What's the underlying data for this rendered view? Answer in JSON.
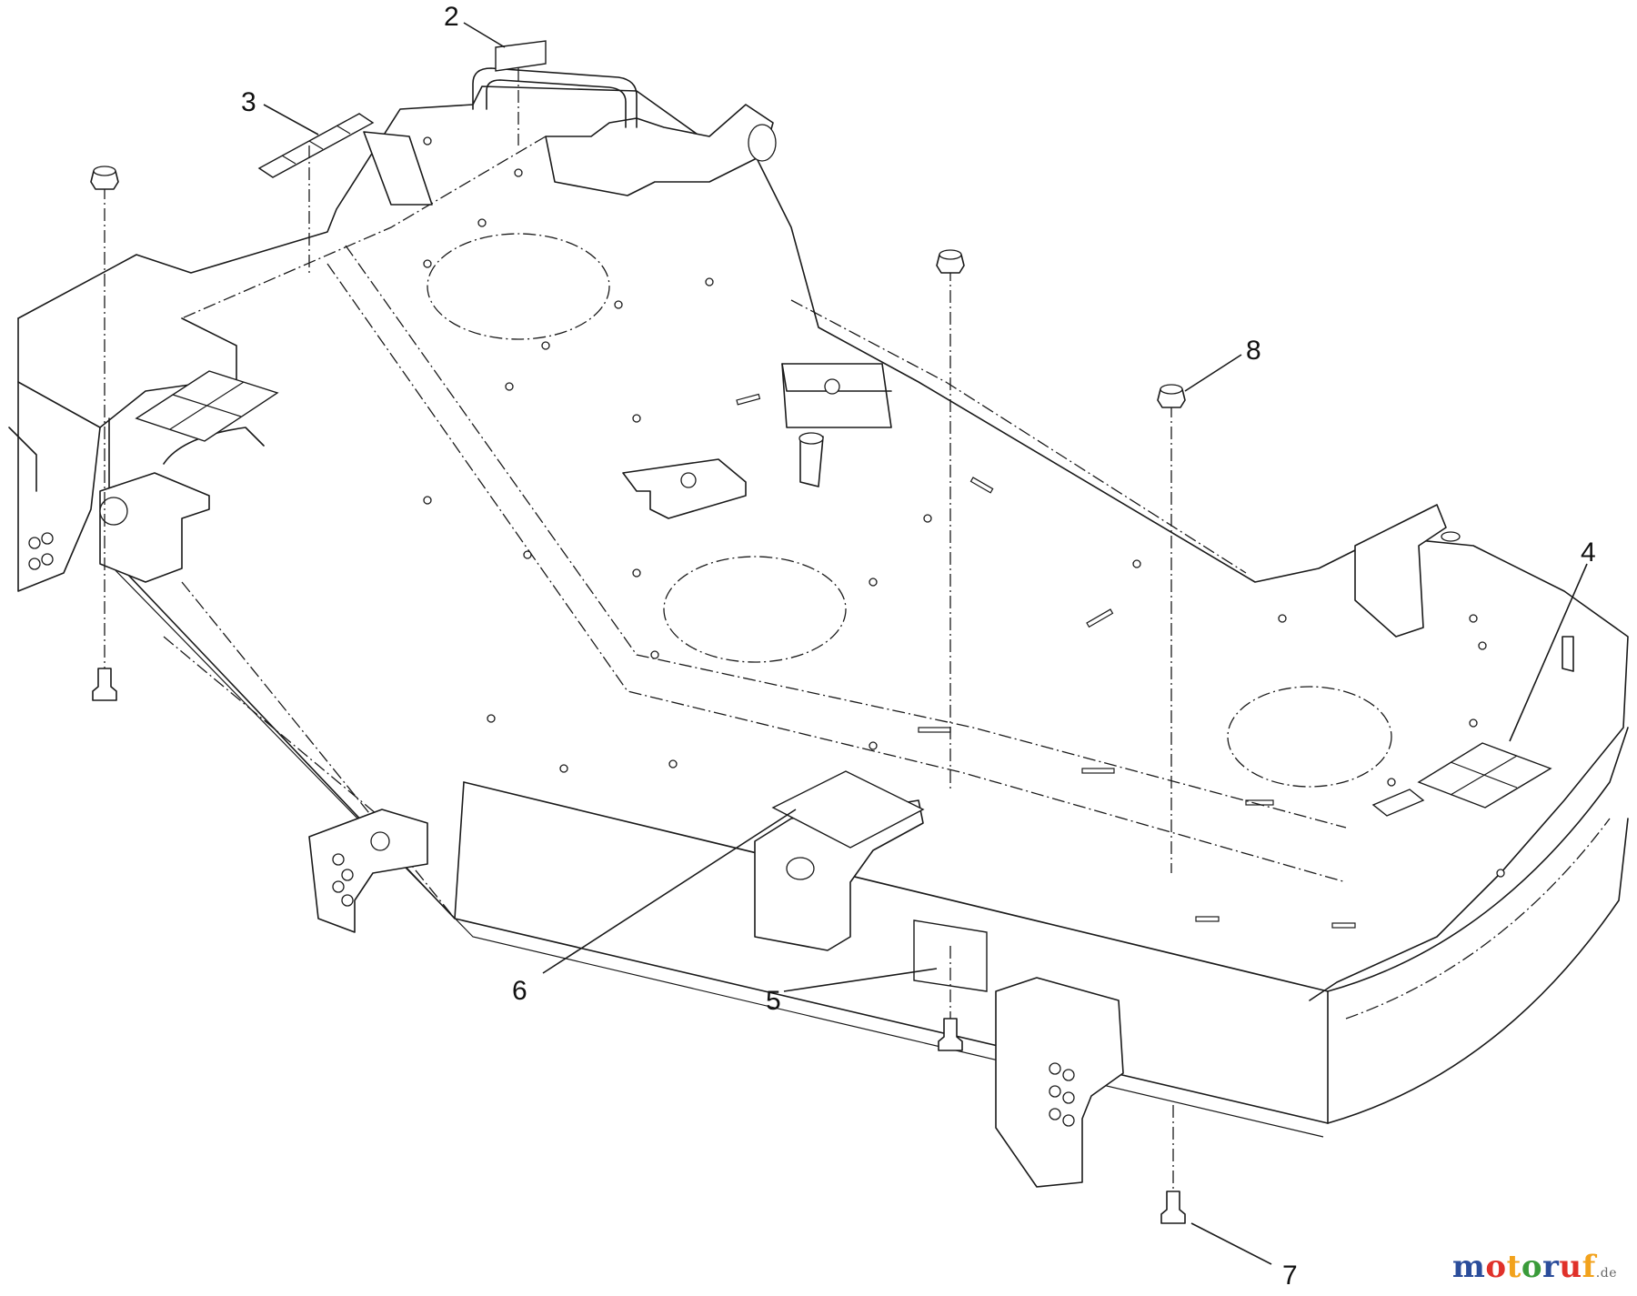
{
  "callouts": [
    {
      "id": "c2",
      "label": "2"
    },
    {
      "id": "c3",
      "label": "3"
    },
    {
      "id": "c4",
      "label": "4"
    },
    {
      "id": "c5",
      "label": "5"
    },
    {
      "id": "c6",
      "label": "6"
    },
    {
      "id": "c7",
      "label": "7"
    },
    {
      "id": "c8",
      "label": "8"
    }
  ],
  "watermark": {
    "letters": [
      "m",
      "o",
      "t",
      "o",
      "r",
      "u",
      "f"
    ],
    "letter_colors": [
      "#2b4d9b",
      "#e0312a",
      "#f2a21c",
      "#3a9b3a",
      "#2b4d9b",
      "#e0312a",
      "#f2a21c"
    ],
    "suffix": ".de"
  }
}
